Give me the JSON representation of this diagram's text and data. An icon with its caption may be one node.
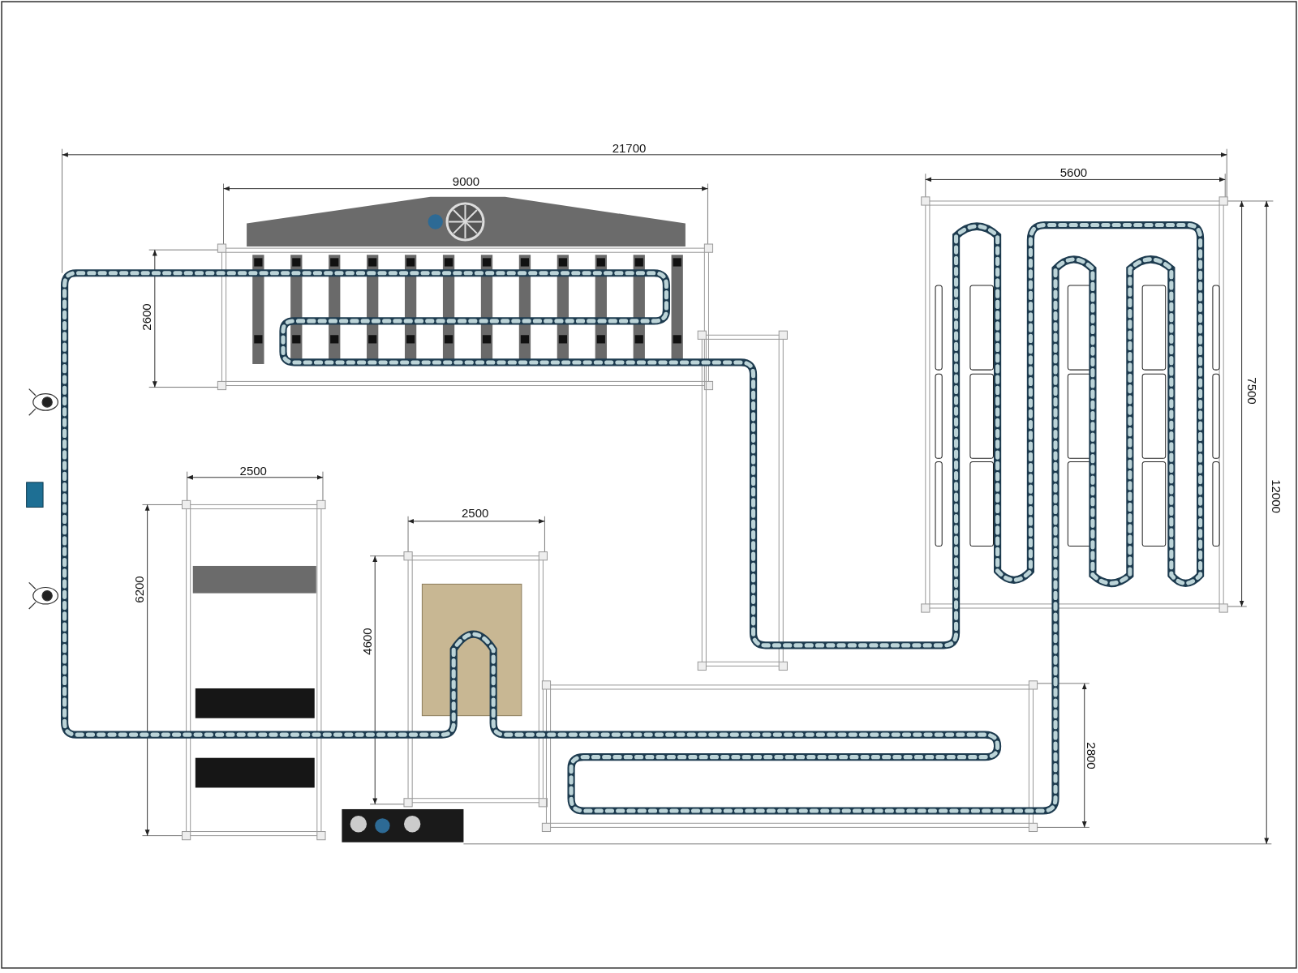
{
  "diagram": {
    "labels": [
      "21700",
      "9000",
      "5600",
      "2600",
      "7500",
      "2500",
      "12000",
      "2500",
      "6200",
      "4600",
      "2800"
    ]
  }
}
